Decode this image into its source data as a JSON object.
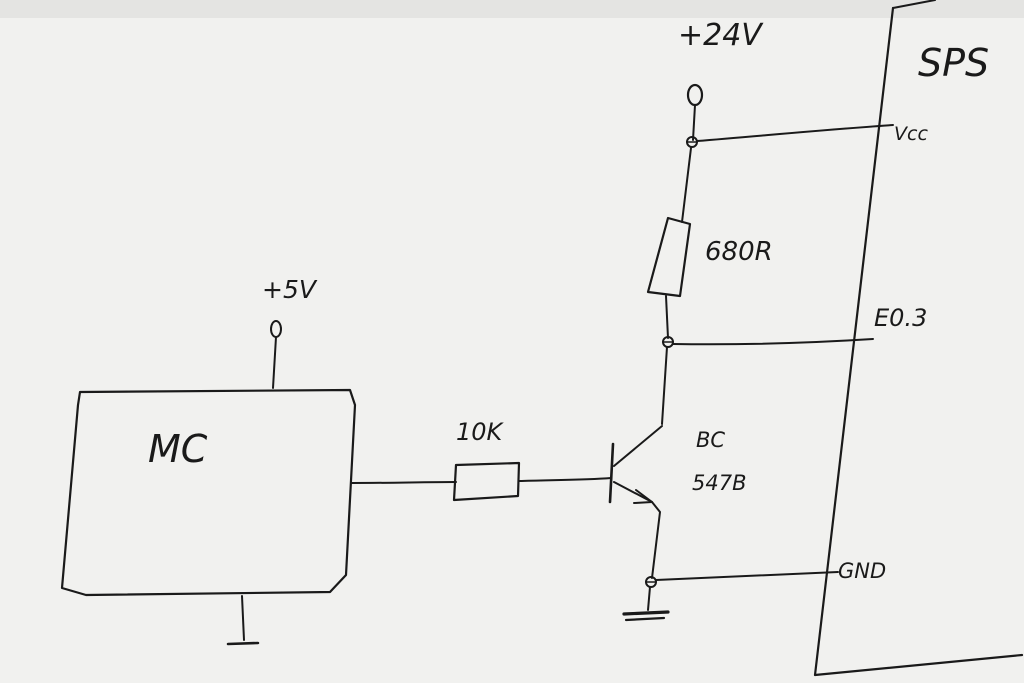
{
  "diagram": {
    "sps_label": "SPS",
    "pin_vcc": "Vcc",
    "pin_e03": "E0.3",
    "pin_gnd": "GND",
    "supply_24v": "+24V",
    "supply_5v": "+5V",
    "resistor_top": "680R",
    "resistor_base": "10K",
    "mc_label": "MC",
    "transistor_line1": "BC",
    "transistor_line2": "547B",
    "colors": {
      "ink": "#1a1a1a",
      "paper": "#f1f1ef"
    }
  }
}
